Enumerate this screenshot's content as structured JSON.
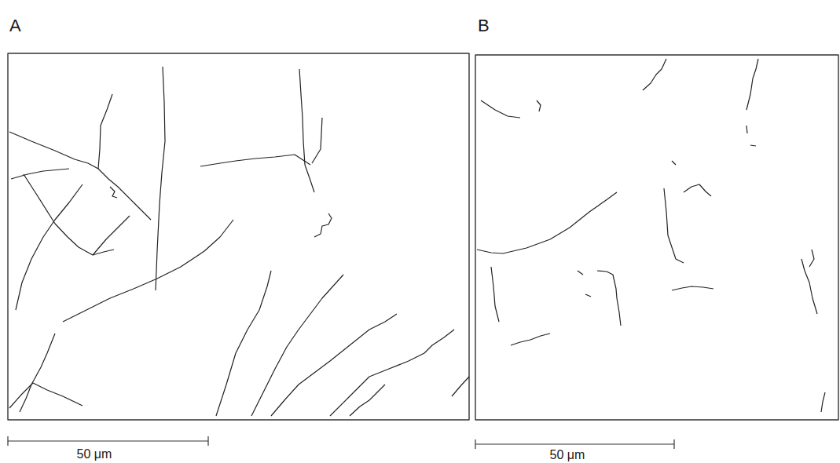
{
  "diagram": {
    "labels": [
      "A",
      "B",
      "50 μm",
      "50 μm"
    ]
  }
}
